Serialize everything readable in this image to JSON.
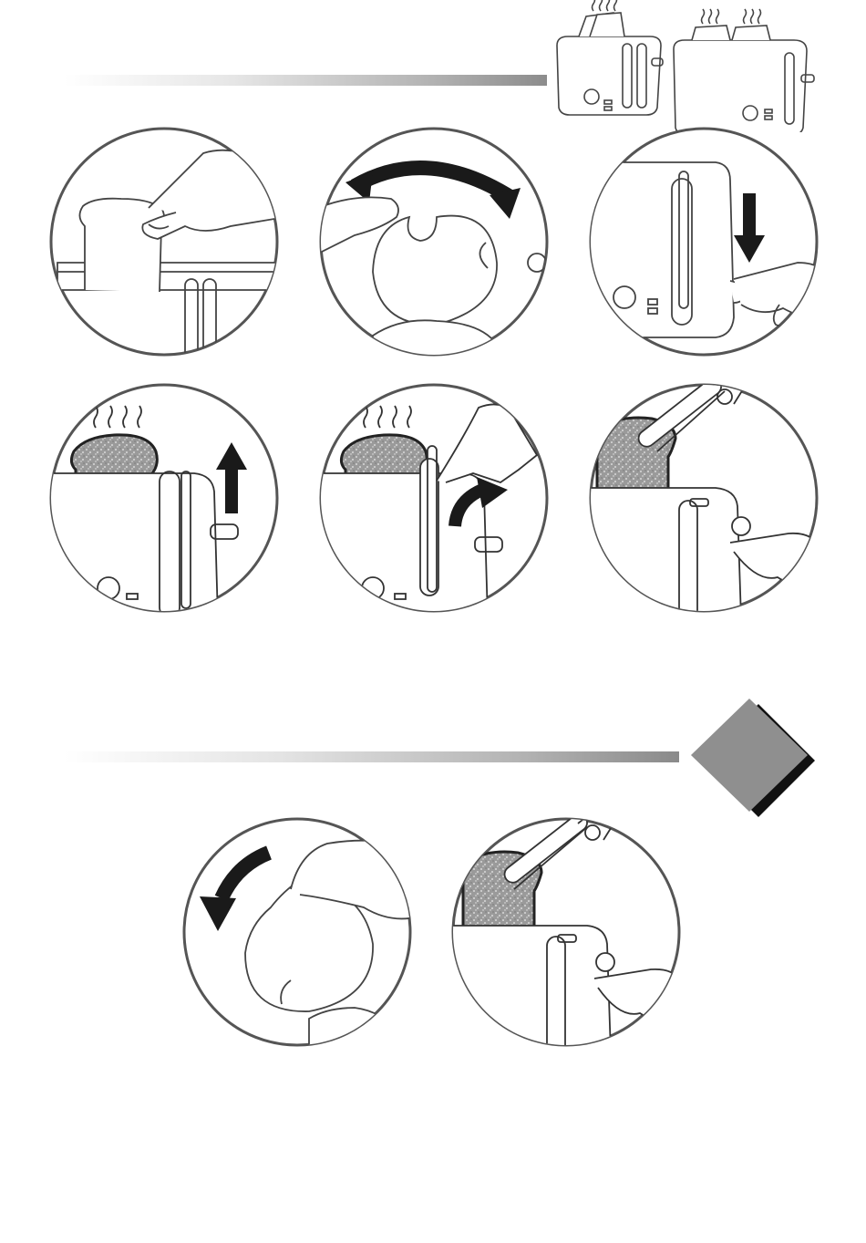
{
  "page": {
    "background": "#ffffff",
    "line_color": "#333333",
    "accent_gray": "#8f8f8f"
  },
  "header": {
    "illustration": "toaster-pair-icon"
  },
  "section_1": {
    "divider": "gradient-bar",
    "steps": [
      {
        "icon": "insert-bread-icon"
      },
      {
        "icon": "turn-browning-dial-icon"
      },
      {
        "icon": "press-lever-down-icon"
      },
      {
        "icon": "toast-pops-up-icon"
      },
      {
        "icon": "lift-lever-higher-icon"
      },
      {
        "icon": "remove-with-tongs-icon"
      }
    ]
  },
  "section_2": {
    "divider": "gradient-bar",
    "badge": "gray-diamond-marker",
    "steps": [
      {
        "icon": "turn-dial-left-icon"
      },
      {
        "icon": "cancel-and-remove-toast-icon"
      }
    ]
  }
}
